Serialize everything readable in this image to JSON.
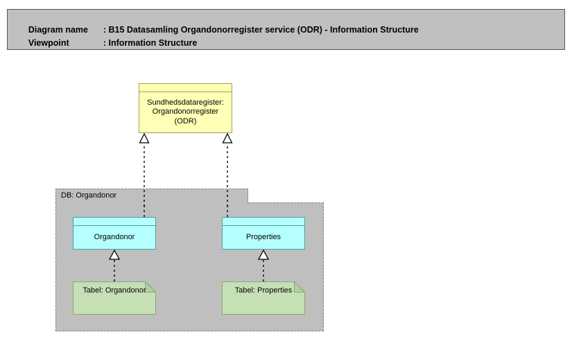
{
  "header": {
    "diagram_name_label": "Diagram name",
    "diagram_name_sep": ": ",
    "diagram_name_value": "B15 Datasamling Organdonorregister service (ODR) - Information Structure",
    "viewpoint_label": "Viewpoint",
    "viewpoint_sep": ": ",
    "viewpoint_value": "Information Structure",
    "line1": "Diagram name : B15 Datasamling Organdonorregister service (ODR) - Information Structure",
    "line2": "Viewpoint        : Information Structure",
    "background_color": "#c0c0c0",
    "border_color": "#555555"
  },
  "diagram": {
    "type": "archimate-information-structure",
    "package": {
      "label": "DB: Organdonor",
      "fill_color": "#bfbfbf",
      "border_color": "#808080",
      "border_style": "dashed"
    },
    "nodes": [
      {
        "id": "odr",
        "label": "Sundhedsdataregister:\nOrgandonorregister\n(ODR)",
        "shape": "data-object",
        "fill_color": "#ffffb5",
        "border_color": "#a0a05a"
      },
      {
        "id": "organdonor",
        "label": "Organdonor",
        "shape": "class",
        "fill_color": "#b5ffff",
        "border_color": "#49a0a0"
      },
      {
        "id": "properties",
        "label": "Properties",
        "shape": "class",
        "fill_color": "#b5ffff",
        "border_color": "#49a0a0"
      },
      {
        "id": "tabel-organdonor",
        "label": "Tabel: Organdonor",
        "shape": "artifact",
        "fill_color": "#c5e0b4",
        "border_color": "#8aa86a"
      },
      {
        "id": "tabel-properties",
        "label": "Tabel: Properties",
        "shape": "artifact",
        "fill_color": "#c5e0b4",
        "border_color": "#8aa86a"
      }
    ],
    "connectors": [
      {
        "id": "c1",
        "from": "organdonor",
        "to": "odr",
        "type": "realization",
        "style": "dotted",
        "arrowhead": "hollow-triangle"
      },
      {
        "id": "c2",
        "from": "properties",
        "to": "odr",
        "type": "realization",
        "style": "dotted",
        "arrowhead": "hollow-triangle"
      },
      {
        "id": "c3",
        "from": "tabel-organdonor",
        "to": "organdonor",
        "type": "realization",
        "style": "dotted",
        "arrowhead": "hollow-triangle"
      },
      {
        "id": "c4",
        "from": "tabel-properties",
        "to": "properties",
        "type": "realization",
        "style": "dotted",
        "arrowhead": "hollow-triangle"
      }
    ]
  }
}
